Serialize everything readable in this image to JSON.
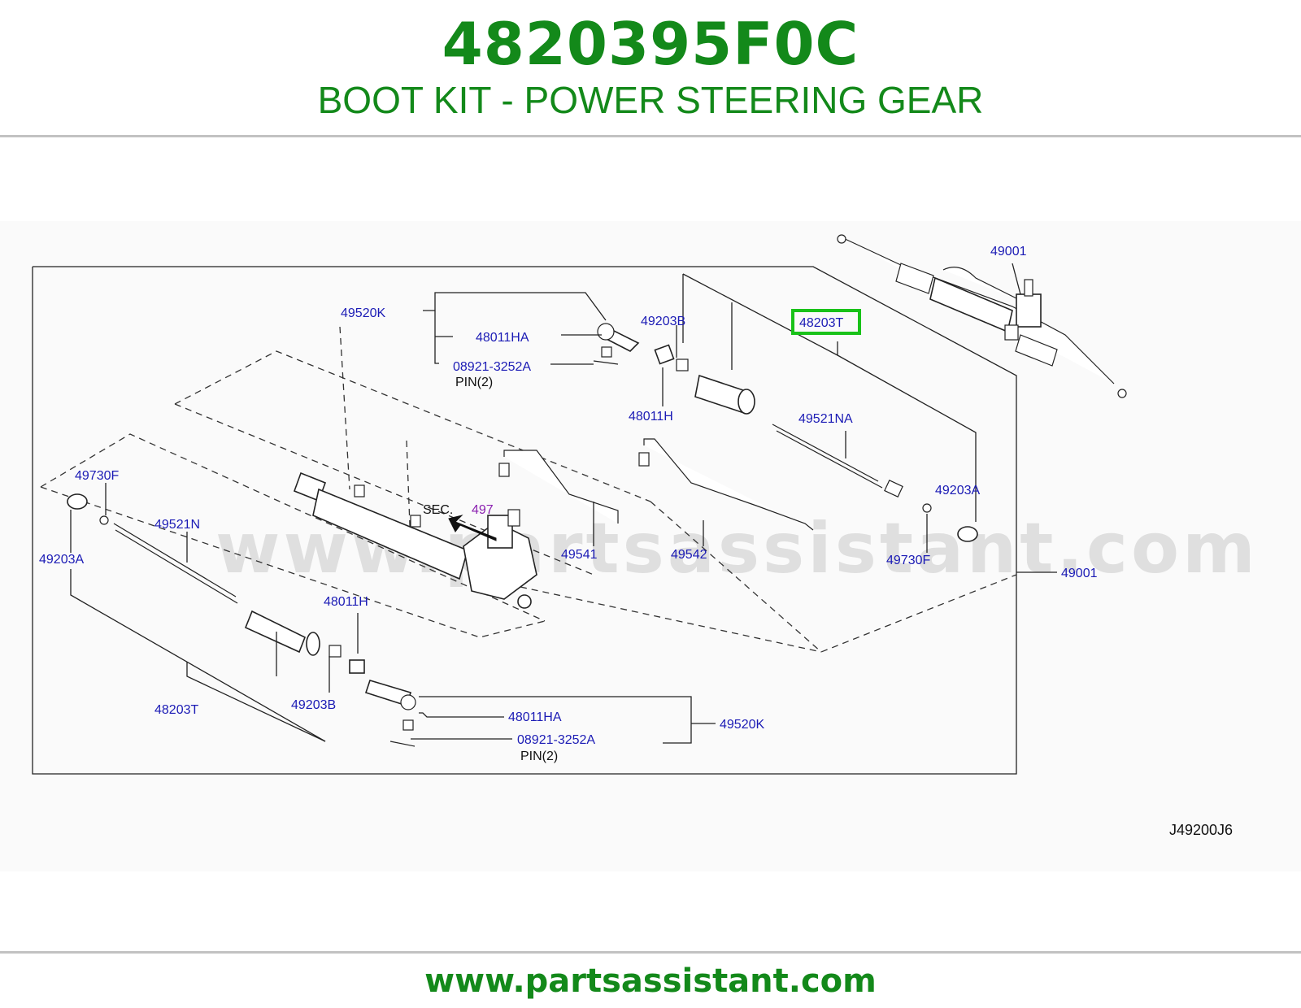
{
  "header": {
    "part_number": "4820395F0C",
    "part_description": "BOOT KIT - POWER STEERING GEAR"
  },
  "diagram": {
    "watermark": "www.partsassistant.com",
    "reference_code": "J49200J6",
    "highlighted_callout": "48203T",
    "callouts": {
      "c49001_top": "49001",
      "c48203T_highlight": "48203T",
      "c49520K_top": "49520K",
      "c48011HA_top": "48011HA",
      "c08921_top": "08921-3252A",
      "pin_top": "PIN(2)",
      "c49203B_top": "49203B",
      "c48011H_top": "48011H",
      "c49521NA": "49521NA",
      "c49203A_right": "49203A",
      "c49730F_right": "49730F",
      "c49001_right": "49001",
      "c49730F_left": "49730F",
      "c49521N": "49521N",
      "c49203A_left": "49203A",
      "sec_label": "SEC.",
      "sec_number": "497",
      "c49541": "49541",
      "c49542": "49542",
      "c48011H_bottom": "48011H",
      "c48203T_bottom": "48203T",
      "c49203B_bottom": "49203B",
      "c48011HA_bottom": "48011HA",
      "c49520K_bottom": "49520K",
      "c08921_bottom": "08921-3252A",
      "pin_bottom": "PIN(2)"
    },
    "colors": {
      "brand_green": "#13891a",
      "callout_blue": "#1b1bb5",
      "highlight_green": "#19c219",
      "sec_purple": "#8a1fb0"
    }
  },
  "footer": {
    "url": "www.partsassistant.com"
  }
}
